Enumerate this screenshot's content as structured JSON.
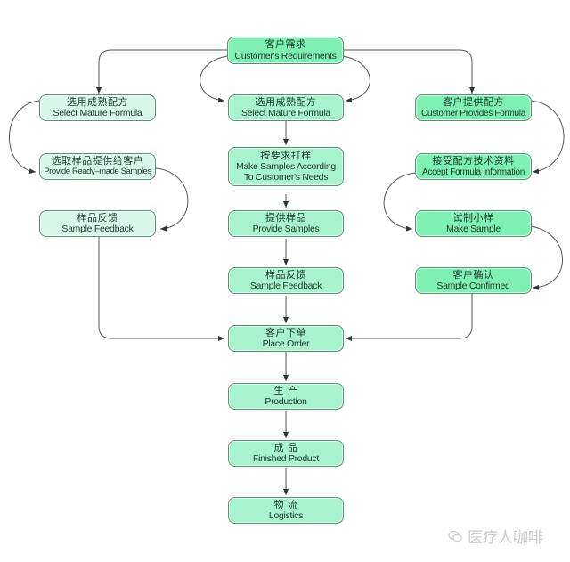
{
  "colors": {
    "strong": "#7ff0b4",
    "mid": "#a8f2cd",
    "light": "#d8f7ea",
    "border": "#5a8f74",
    "arrow": "#333333"
  },
  "nodes": {
    "requirements": {
      "zh": "客户需求",
      "en": "Customer's Requirements"
    },
    "left_select": {
      "zh": "选用成熟配方",
      "en": "Select Mature Formula"
    },
    "left_provide": {
      "zh": "选取样品提供给客户",
      "en": "Provide Ready–made Samples"
    },
    "left_feedback": {
      "zh": "样品反馈",
      "en": "Sample Feedback"
    },
    "mid_select": {
      "zh": "选用成熟配方",
      "en": "Select Mature Formula"
    },
    "mid_make": {
      "zh": "按要求打样",
      "en": "Make Samples According",
      "en2": "To Customer's Needs"
    },
    "mid_provide": {
      "zh": "提供样品",
      "en": "Provide Samples"
    },
    "mid_feedback": {
      "zh": "样品反馈",
      "en": "Sample Feedback"
    },
    "right_formula": {
      "zh": "客户提供配方",
      "en": "Customer Provides Formula"
    },
    "right_accept": {
      "zh": "接受配方技术资料",
      "en": "Accept Formula Information"
    },
    "right_make": {
      "zh": "试制小样",
      "en": "Make Sample"
    },
    "right_confirm": {
      "zh": "客户确认",
      "en": "Sample Confirmed"
    },
    "order": {
      "zh": "客户下单",
      "en": "Place Order"
    },
    "production": {
      "zh": "生 产",
      "en": "Production"
    },
    "finished": {
      "zh": "成 品",
      "en": "Finished Product"
    },
    "logistics": {
      "zh": "物 流",
      "en": "Logistics"
    }
  },
  "edges": [
    [
      "requirements",
      "left_select"
    ],
    [
      "requirements",
      "mid_select"
    ],
    [
      "requirements",
      "right_formula"
    ],
    [
      "left_select",
      "left_provide"
    ],
    [
      "left_provide",
      "left_feedback"
    ],
    [
      "left_feedback",
      "order"
    ],
    [
      "mid_select",
      "mid_make"
    ],
    [
      "mid_make",
      "mid_provide"
    ],
    [
      "mid_provide",
      "mid_feedback"
    ],
    [
      "mid_feedback",
      "order"
    ],
    [
      "right_formula",
      "right_accept"
    ],
    [
      "right_accept",
      "right_make"
    ],
    [
      "right_make",
      "right_confirm"
    ],
    [
      "right_confirm",
      "order"
    ],
    [
      "order",
      "production"
    ],
    [
      "production",
      "finished"
    ],
    [
      "finished",
      "logistics"
    ]
  ],
  "watermark": {
    "icon": "wechat-icon",
    "text": "医疗人咖啡"
  }
}
